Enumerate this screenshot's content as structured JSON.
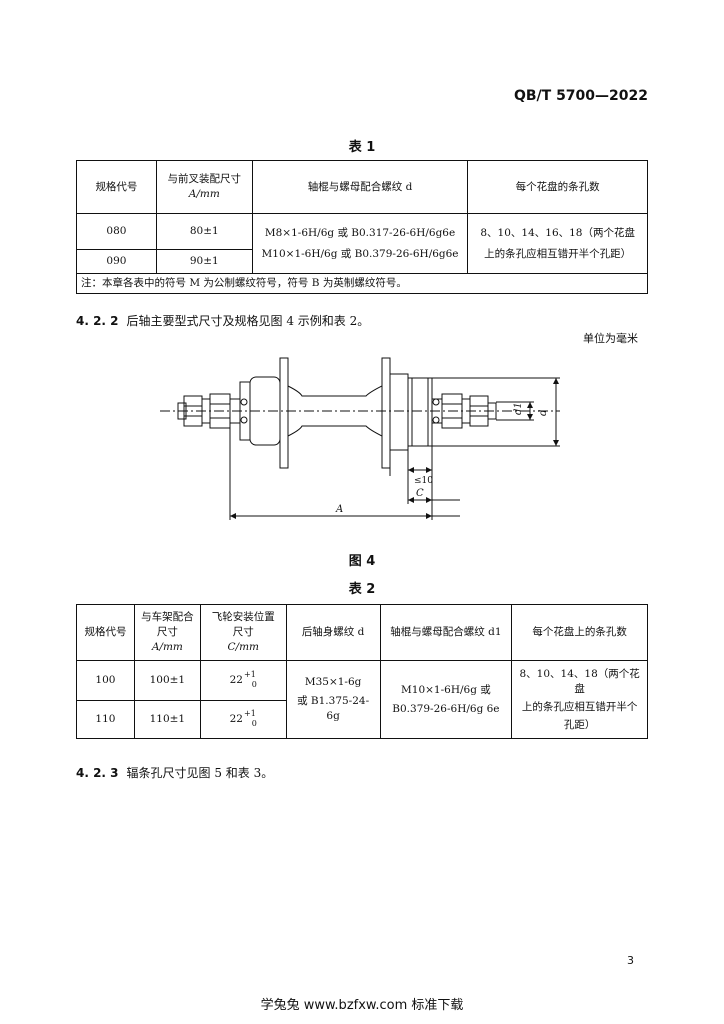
{
  "header": {
    "standard_code": "QB/T 5700—2022"
  },
  "table1": {
    "caption": "表 1",
    "headers": {
      "code": "规格代号",
      "a_line1": "与前叉装配尺寸",
      "a_line2": "A/mm",
      "thread": "轴棍与螺母配合螺纹 d",
      "holes": "每个花盘的条孔数"
    },
    "rows": [
      {
        "code": "080",
        "a": "80±1"
      },
      {
        "code": "090",
        "a": "90±1"
      }
    ],
    "thread_line1": "M8×1-6H/6g 或 B0.317-26-6H/6g6e",
    "thread_line2": "M10×1-6H/6g 或 B0.379-26-6H/6g6e",
    "holes_line1": "8、10、14、16、18（两个花盘",
    "holes_line2": "上的条孔应相互错开半个孔距）",
    "note": "注：本章各表中的符号 M 为公制螺纹符号，符号 B 为英制螺纹符号。"
  },
  "clause_422": {
    "number": "4. 2. 2",
    "text": "后轴主要型式尺寸及规格见图 4 示例和表 2。"
  },
  "unit_note": "单位为毫米",
  "figure4": {
    "caption": "图 4",
    "labels": {
      "d1": "d1",
      "d": "d",
      "le10": "≤10",
      "c": "C",
      "a": "A"
    }
  },
  "table2": {
    "caption": "表 2",
    "headers": {
      "code": "规格代号",
      "a_line1": "与车架配合",
      "a_line2": "尺寸",
      "a_line3": "A/mm",
      "c_line1": "飞轮安装位置",
      "c_line2": "尺寸",
      "c_line3": "C/mm",
      "body_thread": "后轴身螺纹 d",
      "axle_thread": "轴棍与螺母配合螺纹 d1",
      "holes": "每个花盘上的条孔数"
    },
    "rows": [
      {
        "code": "100",
        "a": "100±1",
        "c": "22",
        "c_upper": "+1",
        "c_lower": "0"
      },
      {
        "code": "110",
        "a": "110±1",
        "c": "22",
        "c_upper": "+1",
        "c_lower": "0"
      }
    ],
    "body_thread_line1": "M35×1-6g",
    "body_thread_line2": "或 B1.375-24-6g",
    "axle_thread_line1": "M10×1-6H/6g 或",
    "axle_thread_line2": "B0.379-26-6H/6g 6e",
    "holes_line1": "8、10、14、18（两个花盘",
    "holes_line2": "上的条孔应相互错开半个",
    "holes_line3": "孔距）"
  },
  "clause_423": {
    "number": "4. 2. 3",
    "text": "辐条孔尺寸见图 5 和表 3。"
  },
  "page_number": "3",
  "footer": "学兔兔 www.bzfxw.com 标准下载"
}
